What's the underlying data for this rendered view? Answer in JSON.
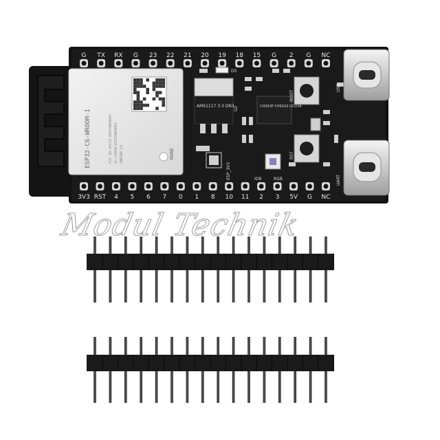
{
  "watermark": "Modul Technik",
  "module": {
    "name": "ESP32-C6-WROOM-1",
    "brand": "MANE",
    "small_lines": [
      "FCC ID:2AC7Z-ESPC6WROOM1",
      "IC:21098-ESPC6WROOM1",
      "SWR1N8-14"
    ]
  },
  "board_labels": {
    "regulator": "AMS1117 3.3 DN3",
    "u2": "U2",
    "uart_chip": "CH343P CH9102 DCD38",
    "boot": "BOOT",
    "rst": "RST",
    "rgb": "RGB",
    "io8": "IO8",
    "esp_3v3": "ESP_3V3",
    "d5": "D5",
    "usb": "USB",
    "uart": "UART"
  },
  "top_pins": [
    "G",
    "TX",
    "RX",
    "G",
    "23",
    "22",
    "21",
    "20",
    "19",
    "18",
    "15",
    "G",
    "2",
    "G",
    "NC"
  ],
  "bottom_pins": [
    "3V3",
    "RST",
    "4",
    "5",
    "6",
    "7",
    "0",
    "1",
    "8",
    "10",
    "11",
    "2",
    "3",
    "5V",
    "G",
    "NC"
  ],
  "header_strips": [
    {
      "pins": 16
    },
    {
      "pins": 16
    }
  ]
}
